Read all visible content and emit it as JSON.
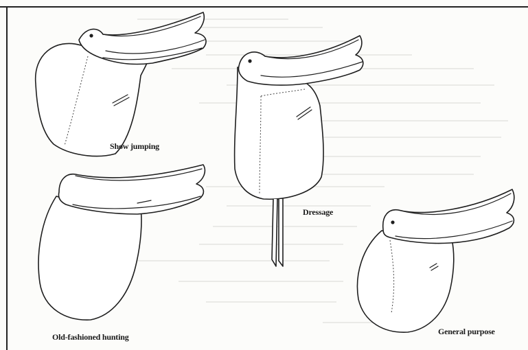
{
  "figure": {
    "captions": {
      "show_jumping": "Show jumping",
      "dressage": "Dressage",
      "old_fashioned_hunting": "Old-fashioned hunting",
      "general_purpose": "General purpose"
    },
    "colors": {
      "ink": "#1e1e1e",
      "paper": "#fcfcfa",
      "bleed_through": "#d8d8d4"
    }
  }
}
